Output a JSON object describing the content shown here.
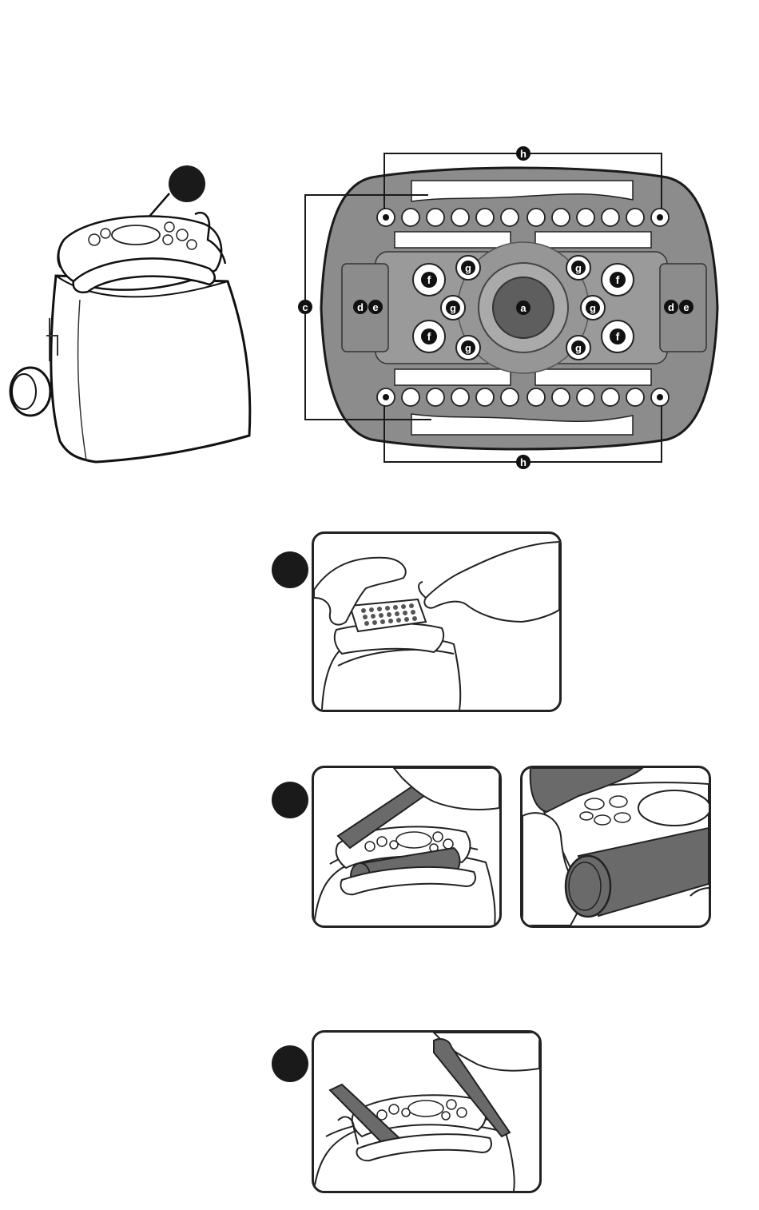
{
  "tray_diagram": {
    "labels": {
      "a": "a",
      "c": "c",
      "d": "d",
      "e": "e",
      "f": "f",
      "g": "g",
      "h": "h"
    }
  },
  "colors": {
    "tray_fill": "#8c8c8c",
    "tray_inner": "#9a9a9a",
    "center_well": "#5e5e5e",
    "outline": "#1a1a1a",
    "step_marker": "#1a1a1a"
  },
  "steps": [
    {
      "name": "step-1",
      "label": ""
    },
    {
      "name": "step-2",
      "label": ""
    },
    {
      "name": "step-3",
      "label": ""
    },
    {
      "name": "step-4",
      "label": ""
    }
  ]
}
